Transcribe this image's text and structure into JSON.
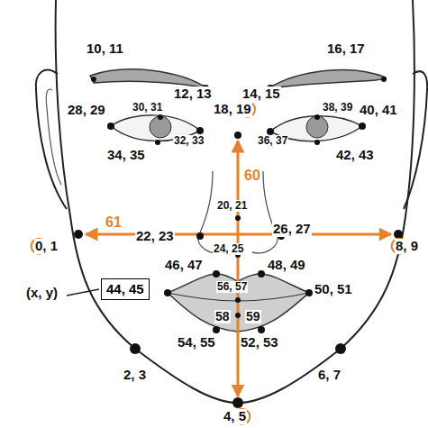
{
  "diagram": {
    "nodes": [
      {
        "text": [
          "44, 45"
        ]
      }
    ],
    "labels": [
      "10, 11",
      "12, 13",
      "14, 15",
      "16, 17",
      "28, 29",
      "30, 31",
      "18, 19",
      "38, 39",
      "40, 41",
      "34, 35",
      "32, 33",
      "36, 37",
      "42, 43",
      "60",
      "20, 21",
      "61",
      "22, 23",
      "26, 27",
      "0, 1",
      "8, 9",
      "24, 25",
      "46, 47",
      "48, 49",
      "56, 57",
      "50, 51",
      "(x, y)",
      "58",
      "59",
      "54, 55",
      "52, 53",
      "2, 3",
      "6, 7",
      "4, 5"
    ]
  }
}
